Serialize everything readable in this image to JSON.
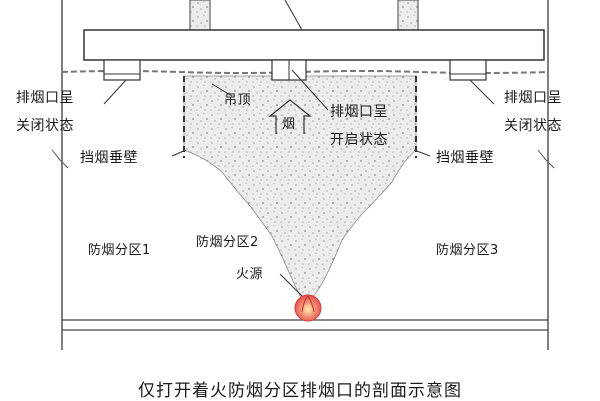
{
  "labels": {
    "vent_closed_left": [
      "排烟口呈",
      "关闭状态"
    ],
    "vent_closed_right": [
      "排烟口呈",
      "关闭状态"
    ],
    "vent_open": [
      "排烟口呈",
      "开启状态"
    ],
    "ceiling": "吊顶",
    "smoke": "烟",
    "smoke_curtain_left": "挡烟垂壁",
    "smoke_curtain_right": "挡烟垂壁",
    "zone1": "防烟分区1",
    "zone2": "防烟分区2",
    "zone3": "防烟分区3",
    "fire_source": "火源"
  },
  "caption": "仅打开着火防烟分区排烟口的剖面示意图",
  "colors": {
    "line": "#333333",
    "smoke_fill": "#e6e6e6",
    "fire": "#e85a5a",
    "wall": "#555555"
  }
}
